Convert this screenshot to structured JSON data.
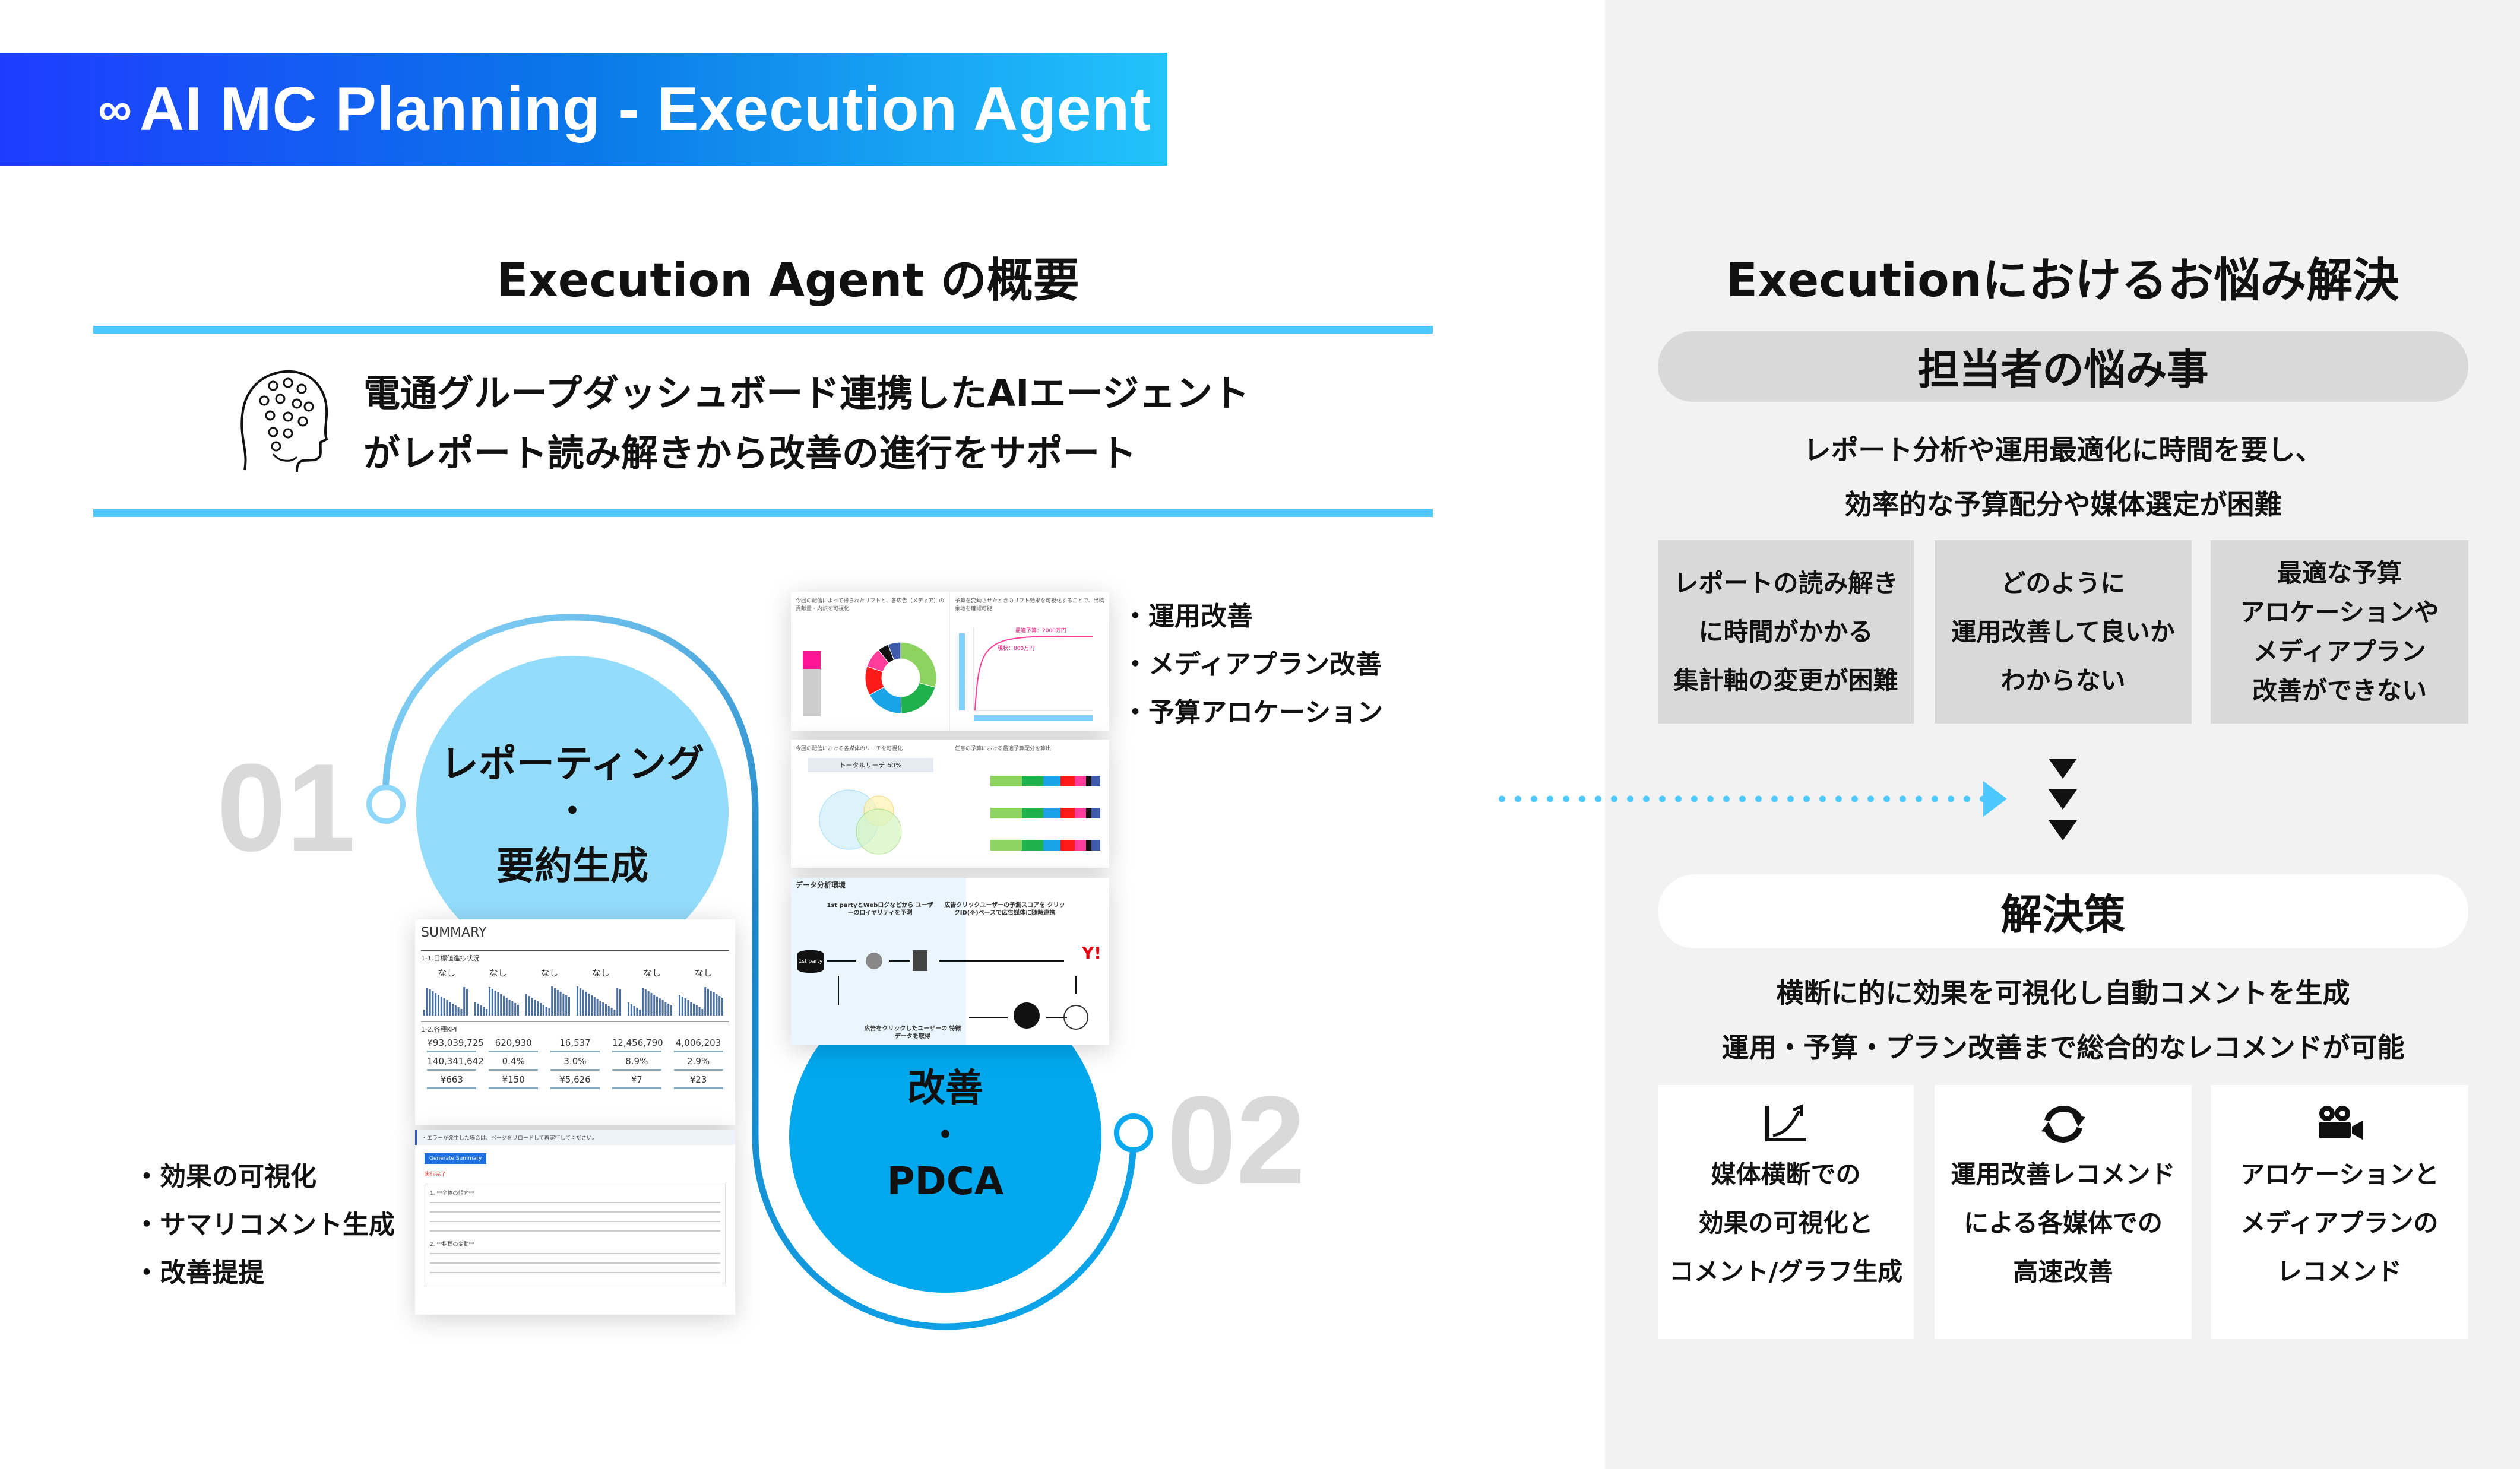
{
  "banner": {
    "icon": "infinity-icon",
    "title": "AI MC Planning - Execution Agent"
  },
  "left": {
    "title": "Execution Agent の概要",
    "lead_lines": [
      "電通グループダッシュボード連携したAIエージェント",
      "がレポート読み解きから改善の進行をサポート"
    ],
    "step1": {
      "number": "01",
      "line1": "レポーティング",
      "dot": "・",
      "line2": "要約生成",
      "bullets": [
        "効果の可視化",
        "サマリコメント生成",
        "改善提提"
      ]
    },
    "step2": {
      "number": "02",
      "line1": "改善",
      "dot": "・",
      "line2": "PDCA",
      "bullets": [
        "運用改善",
        "メディアプラン改善",
        "予算アロケーション"
      ]
    },
    "cards": {
      "summary": {
        "title": "SUMMARY",
        "section1": "1-1.目標値進捗状況",
        "status": [
          "なし",
          "なし",
          "なし",
          "なし",
          "なし",
          "なし"
        ],
        "section2": "1-2.各種KPI",
        "kpi_rows": [
          [
            "¥93,039,725",
            "620,930",
            "16,537",
            "12,456,790",
            "4,006,203"
          ],
          [
            "140,341,642",
            "0.4%",
            "3.0%",
            "8.9%",
            "2.9%"
          ],
          [
            "¥663",
            "¥150",
            "¥5,626",
            "¥7",
            "¥23"
          ]
        ]
      },
      "comment": {
        "notice": "・エラーが発生した場合は、ページをリロードして再実行してください。",
        "button": "Generate Summary",
        "status": "実行完了",
        "heading1": "1. **全体の傾向**",
        "heading2": "2. **指標の変動**"
      },
      "lift": {
        "caption": "今回の配信によって得られたリフトと、各広告（メディア）の貢献量・内訳を可視化",
        "caption2": "予算を変動させたときのリフト効果を可視化することで、出稿余地を確認可能",
        "donut_values": [
          29.3,
          20.5,
          17.2,
          13.2,
          9.0,
          5.0,
          5.8
        ],
        "donut_colors": [
          "#8dd35f",
          "#1fb14b",
          "#1ba3e8",
          "#ff1a1a",
          "#ff3c9a",
          "#111111",
          "#3c5aa8"
        ],
        "label1": "最適予算：2000万円",
        "label2": "現状：800万円"
      },
      "reach": {
        "caption": "今回の配信における各媒体のリーチを可視化",
        "caption2": "任意の予算における最適予算配分を算出",
        "total": "トータルリーチ 60%"
      },
      "env": {
        "title": "データ分析環境",
        "sub1": "1st partyとWebログなどから ユーザーのロイヤリティを予測",
        "sub2": "広告クリックユーザーの予測スコアを クリックID(※)ベースで広告媒体に随時連携",
        "sub3": "広告をクリックしたユーザーの 特徴データを取得",
        "db": "1st party",
        "yahoo": "Y!"
      }
    }
  },
  "right": {
    "title": "Executionにおけるお悩み解決",
    "problems": {
      "label": "担当者の悩み事",
      "lines": [
        "レポート分析や運用最適化に時間を要し、",
        "効率的な予算配分や媒体選定が困難"
      ],
      "items": [
        [
          "レポートの読み解き",
          "に時間がかかる",
          "集計軸の変更が困難"
        ],
        [
          "どのように",
          "運用改善して良いか",
          "わからない"
        ],
        [
          "最適な予算",
          "アロケーションや",
          "メディアプラン",
          "改善ができない"
        ]
      ]
    },
    "solutions": {
      "label": "解決策",
      "lines": [
        "横断に的に効果を可視化し自動コメントを生成",
        "運用・予算・プラン改善まで総合的なレコメンドが可能"
      ],
      "items": [
        {
          "icon": "line-chart-icon",
          "lines": [
            "媒体横断での",
            "効果の可視化と",
            "コメント/グラフ生成"
          ]
        },
        {
          "icon": "refresh-icon",
          "lines": [
            "運用改善レコメンド",
            "による各媒体での",
            "高速改善"
          ]
        },
        {
          "icon": "video-camera-icon",
          "lines": [
            "アロケーションと",
            "メディアプランの",
            "レコメンド"
          ]
        }
      ]
    }
  },
  "colors": {
    "accent": "#4dc8ff",
    "circle1": "#94dcfb",
    "circle2": "#00a8ee",
    "panel": "#f2f2f2",
    "box": "#d9d9d9"
  }
}
